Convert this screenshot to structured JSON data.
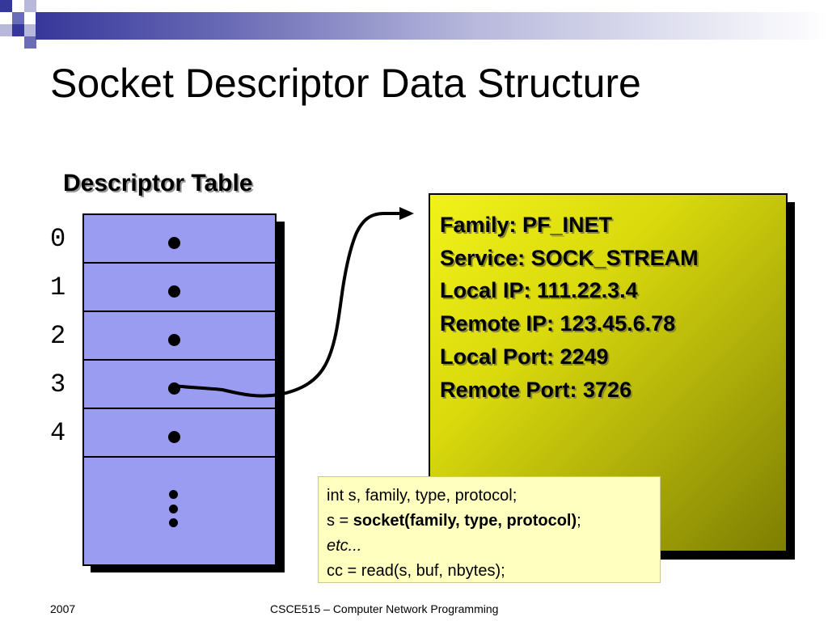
{
  "slide": {
    "title": "Socket Descriptor Data Structure",
    "table_title": "Descriptor Table",
    "indices": [
      "0",
      "1",
      "2",
      "3",
      "4"
    ],
    "info": {
      "family": "Family:  PF_INET",
      "service": "Service:  SOCK_STREAM",
      "local_ip": "Local IP:  111.22.3.4",
      "remote_ip": "Remote IP:  123.45.6.78",
      "local_port": "Local Port:  2249",
      "remote_port": "Remote Port:  3726"
    },
    "code": {
      "line1": "int s, family, type, protocol;",
      "line2_prefix": "s = ",
      "line2_call": "socket(family, type, protocol)",
      "line2_suffix": ";",
      "line3": "etc...",
      "line4": "cc = read(s, buf, nbytes);"
    },
    "footer": {
      "year": "2007",
      "course": "CSCE515 – Computer Network Programming"
    }
  },
  "colors": {
    "header_bar": "#36379a",
    "table_fill": "#9a9cf2",
    "info_fill": "#f2f21a",
    "code_fill": "#ffffc0"
  }
}
